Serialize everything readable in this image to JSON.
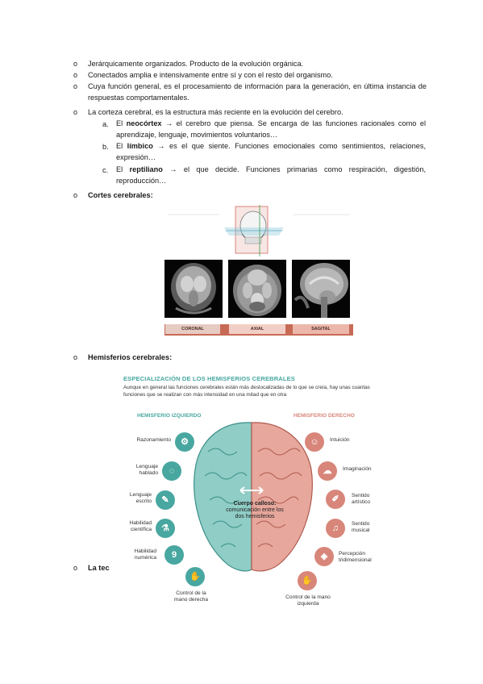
{
  "bullets": [
    {
      "marker": "o",
      "text": "Jerárquicamente organizados. Producto de la evolución orgánica."
    },
    {
      "marker": "o",
      "text": "Conectados amplia e intensivamente entre sí y con el resto del organismo."
    },
    {
      "marker": "o",
      "text": "Cuya función general, es el procesamiento de información para la generación, en última instancia de respuestas comportamentales."
    },
    {
      "marker": "o",
      "text": "La corteza cerebral, es la estructura más reciente en la evolución del cerebro."
    }
  ],
  "sublist": [
    {
      "letter": "a.",
      "pre": "El ",
      "term": "neocórtex",
      "post": " → el cerebro que piensa. Se encarga de las funciones racionales como el aprendizaje, lenguaje, movimientos voluntarios…"
    },
    {
      "letter": "b.",
      "pre": "El ",
      "term": "límbico",
      "post": " → es el que siente. Funciones emocionales como sentimientos, relaciones, expresión…"
    },
    {
      "letter": "c.",
      "pre": "El ",
      "term": "reptiliano",
      "post": " → el que decide. Funciones primarias como respiración, digestión, reproducción…"
    }
  ],
  "cortes": {
    "heading": "Cortes cerebrales:",
    "tabs": [
      "CORONAL",
      "AXIAL",
      "SAGITAL"
    ]
  },
  "hemisferios": {
    "heading": "Hemisferios cerebrales:",
    "title": "ESPECIALIZACIÓN DE LOS HEMISFERIOS CEREBRALES",
    "subtitle": "Aunque en general las funciones cerebrales están más deslocalizadas de lo que se creía, hay unas cuantas funciones que se realizan con más intensidad en una mitad que en otra",
    "left_title": "HEMISFERIO IZQUIERDO",
    "right_title": "HEMISFERIO DERECHO",
    "left_functions": [
      "Razonamiento",
      "Lenguaje hablado",
      "Lenguaje escrito",
      "Habilidad científica",
      "Habilidad numérica",
      "Control de la mano derecha"
    ],
    "right_functions": [
      "Intuición",
      "Imaginación",
      "Sentido artístico",
      "Sentido musical",
      "Percepción tridimensional",
      "Control de la mano izquierda"
    ],
    "callosum_title": "Cuerpo calloso:",
    "callosum_text": "comunicación entre los dos hemisferios",
    "numeric_glyph": "9"
  },
  "last_bullet": "La tec",
  "colors": {
    "left": "#48a7a0",
    "right": "#d8867a",
    "tab": "#e8b4a8",
    "bar": "#c76a55"
  }
}
